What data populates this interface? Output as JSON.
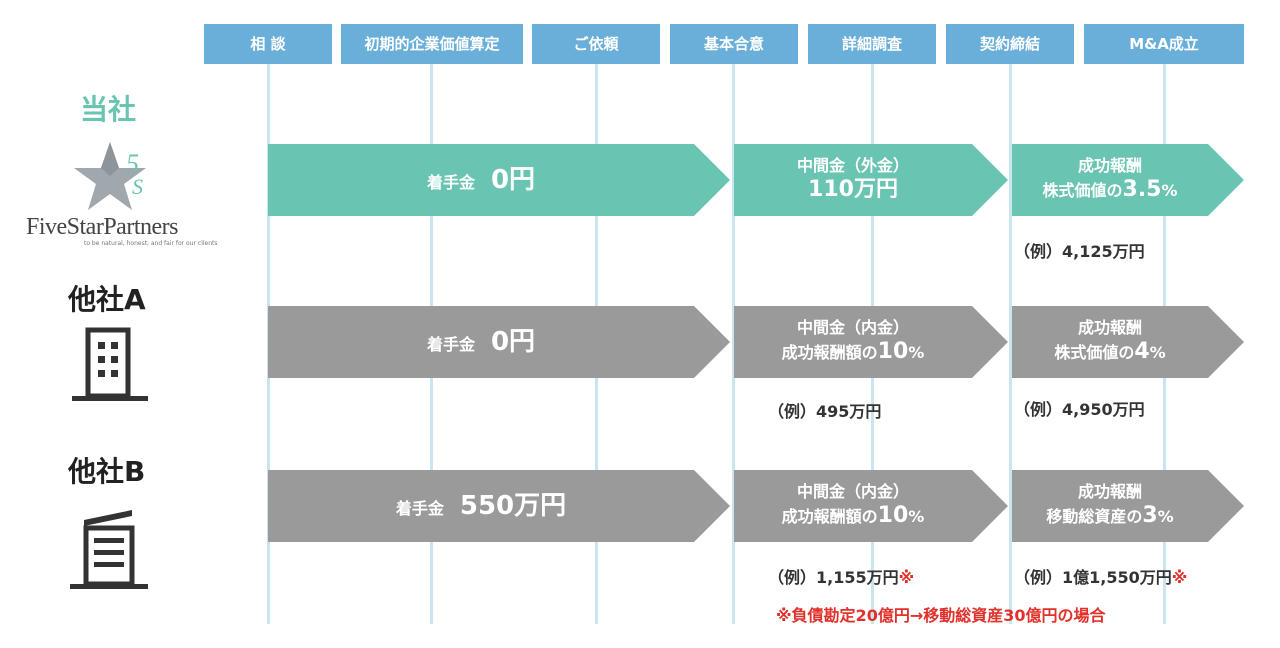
{
  "stages": [
    "相 談",
    "初期的企業価値算定",
    "ご依頼",
    "基本合意",
    "詳細調査",
    "契約締結",
    "M&A成立"
  ],
  "rows": {
    "ours": {
      "label": "当社",
      "logo_text": "FiveStarPartners",
      "logo_tagline": "to be natural, honest, and fair for our clients",
      "retainer": {
        "label": "着手金",
        "amount": "0円"
      },
      "interim": {
        "line1": "中間金（外金）",
        "line2": "110万円"
      },
      "success": {
        "line1": "成功報酬",
        "line2_prefix": "株式価値の",
        "line2_value": "3.5",
        "line2_unit": "%"
      },
      "success_example": "（例）4,125万円"
    },
    "companyA": {
      "label": "他社A",
      "icon": "building-icon",
      "retainer": {
        "label": "着手金",
        "amount": "0円"
      },
      "interim": {
        "line1": "中間金（内金）",
        "line2_prefix": "成功報酬額の",
        "line2_value": "10",
        "line2_unit": "%"
      },
      "interim_example": "（例）495万円",
      "success": {
        "line1": "成功報酬",
        "line2_prefix": "株式価値の",
        "line2_value": "4",
        "line2_unit": "%"
      },
      "success_example": "（例）4,950万円"
    },
    "companyB": {
      "label": "他社B",
      "icon": "office-building-icon",
      "retainer": {
        "label": "着手金",
        "amount": "550万円"
      },
      "interim": {
        "line1": "中間金（内金）",
        "line2_prefix": "成功報酬額の",
        "line2_value": "10",
        "line2_unit": "%"
      },
      "interim_example": "（例）1,155万円",
      "success": {
        "line1": "成功報酬",
        "line2_prefix": "移動総資産の",
        "line2_value": "3",
        "line2_unit": "%"
      },
      "success_example": "（例）1億1,550万円"
    }
  },
  "note_mark": "※",
  "footnote": "※負債勘定20億円→移動総資産30億円の場合",
  "colors": {
    "stage_header": "#6aafd9",
    "ours_arrow": "#69c4b1",
    "other_arrow": "#9a9a9a",
    "accent_red": "#e0312b",
    "ours_label": "#69c4b1"
  }
}
